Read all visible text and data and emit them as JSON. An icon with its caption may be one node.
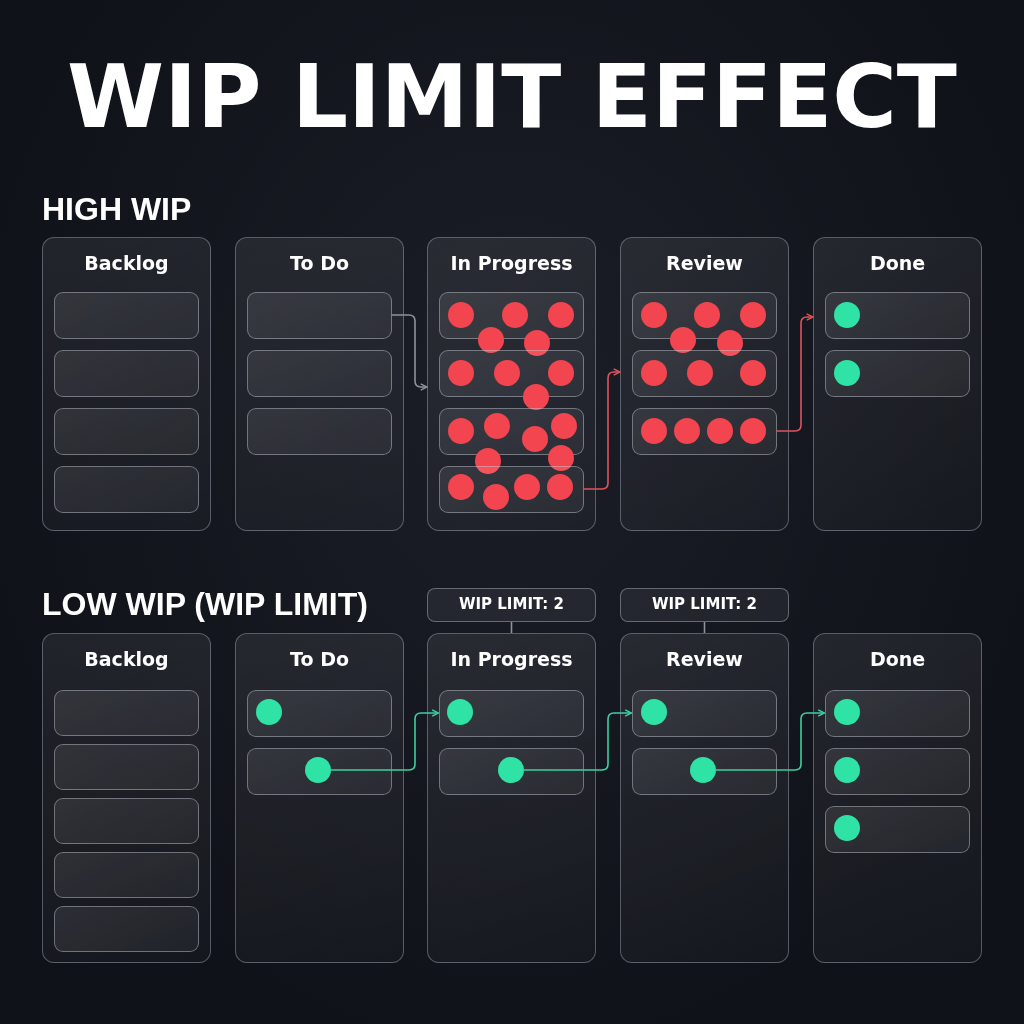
{
  "diagram": {
    "title": "WIP LIMIT EFFECT",
    "nodes": [
      {
        "text": [
          "Backlog"
        ]
      },
      {
        "text": [],
        "shape": "box",
        "in": 0
      },
      {
        "text": [],
        "shape": "box",
        "in": 0
      },
      {
        "text": [],
        "shape": "box",
        "in": 0
      },
      {
        "text": [],
        "shape": "box",
        "in": 0
      },
      {
        "text": [
          "To Do"
        ]
      },
      {
        "text": [],
        "shape": "box",
        "in": 5
      },
      {
        "text": [],
        "shape": "box",
        "in": 5
      },
      {
        "text": [],
        "shape": "box",
        "in": 5
      },
      {
        "text": [
          "In Progress"
        ]
      },
      {
        "text": [],
        "shape": "box",
        "in": 9
      },
      {
        "text": [],
        "shape": "circle",
        "in": 10
      },
      {
        "text": [],
        "shape": "circle",
        "in": 10
      },
      {
        "text": [],
        "shape": "circle",
        "in": 10
      },
      {
        "text": [],
        "shape": "circle",
        "in": 9
      },
      {
        "text": [],
        "shape": "circle",
        "in": 9
      },
      {
        "text": [],
        "shape": "box",
        "in": 9
      },
      {
        "text": [],
        "shape": "circle",
        "in": 16
      },
      {
        "text": [],
        "shape": "circle",
        "in": 16
      },
      {
        "text": [],
        "shape": "circle",
        "in": 16
      },
      {
        "text": [],
        "shape": "circle",
        "in": 9
      },
      {
        "text": [],
        "shape": "box",
        "in": 9
      },
      {
        "text": [],
        "shape": "circle",
        "in": 21
      },
      {
        "text": [],
        "shape": "circle",
        "in": 21
      },
      {
        "text": [],
        "shape": "circle",
        "in": 21
      },
      {
        "text": [],
        "shape": "circle",
        "in": 21
      },
      {
        "text": [],
        "shape": "circle",
        "in": 9
      },
      {
        "text": [],
        "shape": "circle",
        "in": 9
      },
      {
        "text": [],
        "shape": "box",
        "in": 9
      },
      {
        "text": [],
        "shape": "circle",
        "in": 28
      },
      {
        "text": [],
        "shape": "circle",
        "in": 28
      },
      {
        "text": [],
        "shape": "circle",
        "in": 28
      },
      {
        "text": [],
        "shape": "circle",
        "in": 28
      },
      {
        "text": [
          "Review"
        ]
      },
      {
        "text": [],
        "shape": "box",
        "in": 33
      },
      {
        "text": [],
        "shape": "circle",
        "in": 34
      },
      {
        "text": [],
        "shape": "circle",
        "in": 34
      },
      {
        "text": [],
        "shape": "circle",
        "in": 34
      },
      {
        "text": [],
        "shape": "circle",
        "in": 33
      },
      {
        "text": [],
        "shape": "circle",
        "in": 33
      },
      {
        "text": [],
        "shape": "box",
        "in": 33
      },
      {
        "text": [],
        "shape": "circle",
        "in": 40
      },
      {
        "text": [],
        "shape": "circle",
        "in": 40
      },
      {
        "text": [],
        "shape": "circle",
        "in": 40
      },
      {
        "text": [],
        "shape": "box",
        "in": 33
      },
      {
        "text": [],
        "shape": "circle",
        "in": 44
      },
      {
        "text": [],
        "shape": "circle",
        "in": 44
      },
      {
        "text": [],
        "shape": "circle",
        "in": 44
      },
      {
        "text": [],
        "shape": "circle",
        "in": 44
      },
      {
        "text": [
          "Done"
        ]
      },
      {
        "text": [],
        "shape": "box",
        "in": 49
      },
      {
        "text": [],
        "shape": "circle",
        "in": 50
      },
      {
        "text": [],
        "shape": "box",
        "in": 49
      },
      {
        "text": [],
        "shape": "circle",
        "in": 52
      },
      {
        "text": [
          "WIP LIMIT: 2"
        ]
      },
      {
        "text": [
          "WIP LIMIT: 2"
        ]
      },
      {
        "text": [
          "Backlog"
        ]
      },
      {
        "text": [],
        "shape": "box",
        "in": 56
      },
      {
        "text": [],
        "shape": "box",
        "in": 56
      },
      {
        "text": [],
        "shape": "box",
        "in": 56
      },
      {
        "text": [],
        "shape": "box",
        "in": 56
      },
      {
        "text": [],
        "shape": "box",
        "in": 56
      },
      {
        "text": [
          "To Do"
        ]
      },
      {
        "text": [],
        "shape": "box",
        "in": 62
      },
      {
        "text": [],
        "shape": "circle",
        "in": 63
      },
      {
        "text": [],
        "shape": "box",
        "in": 62
      },
      {
        "text": [],
        "shape": "circle",
        "in": 65
      },
      {
        "text": [
          "In Progress"
        ]
      },
      {
        "text": [],
        "shape": "box",
        "in": 67
      },
      {
        "text": [],
        "shape": "circle",
        "in": 68
      },
      {
        "text": [],
        "shape": "box",
        "in": 67
      },
      {
        "text": [],
        "shape": "circle",
        "in": 70
      },
      {
        "text": [
          "Review"
        ]
      },
      {
        "text": [],
        "shape": "box",
        "in": 72
      },
      {
        "text": [],
        "shape": "circle",
        "in": 73
      },
      {
        "text": [],
        "shape": "box",
        "in": 72
      },
      {
        "text": [],
        "shape": "circle",
        "in": 75
      },
      {
        "text": [
          "Done"
        ]
      },
      {
        "text": [],
        "shape": "box",
        "in": 77
      },
      {
        "text": [],
        "shape": "circle",
        "in": 78
      },
      {
        "text": [],
        "shape": "box",
        "in": 77
      },
      {
        "text": [],
        "shape": "circle",
        "in": 80
      },
      {
        "text": [],
        "shape": "box",
        "in": 77
      },
      {
        "text": [],
        "shape": "circle",
        "in": 82
      }
    ],
    "edges": [
      {
        "from": 6,
        "to": 9,
        "arrow": "to"
      },
      {
        "from": 28,
        "to": 33,
        "arrow": "to",
        "color": "#e0535c"
      },
      {
        "from": 44,
        "to": 49,
        "arrow": "to",
        "color": "#e0535c"
      },
      {
        "from": 54,
        "to": 67,
        "arrow": "none"
      },
      {
        "from": 55,
        "to": 72,
        "arrow": "none"
      },
      {
        "from": 66,
        "to": 68,
        "arrow": "to",
        "color": "#3ccf9f"
      },
      {
        "from": 71,
        "to": 73,
        "arrow": "to",
        "color": "#3ccf9f"
      },
      {
        "from": 76,
        "to": 78,
        "arrow": "to",
        "color": "#3ccf9f"
      }
    ],
    "labels": [
      "HIGH WIP",
      "LOW WIP (WIP LIMIT)"
    ]
  }
}
